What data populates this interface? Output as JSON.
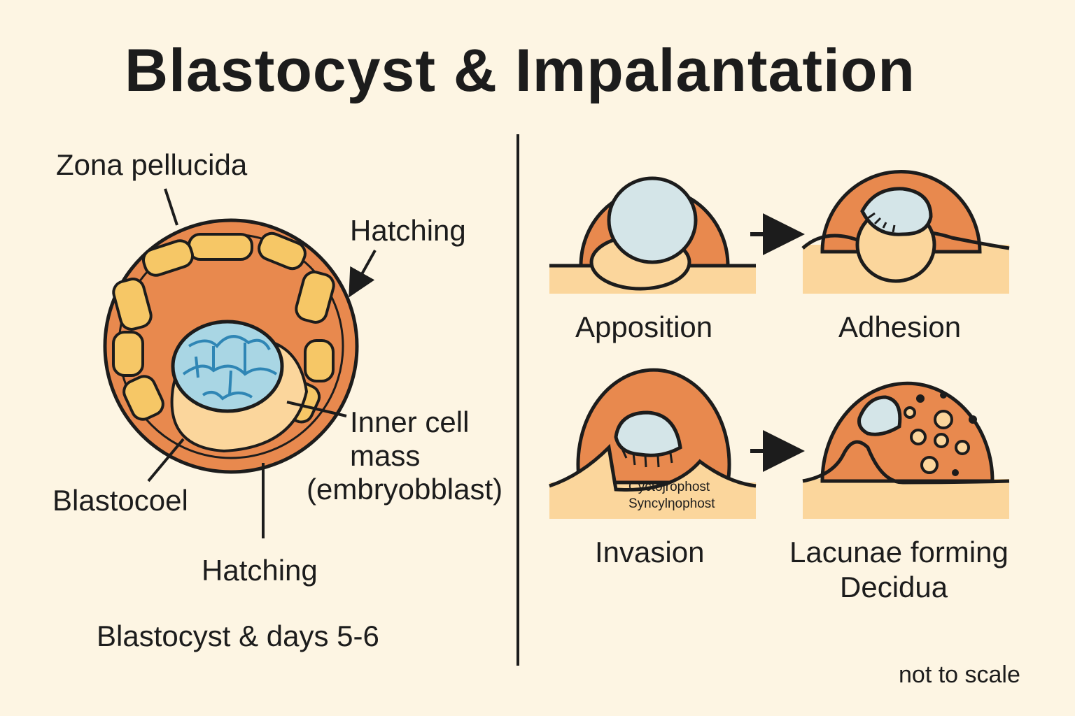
{
  "title": "Blastocyst & Impalantation",
  "left_panel": {
    "zona_pellucida": "Zona pellucida",
    "hatching_top": "Hatching",
    "inner_cell_mass": [
      "Inner cell",
      "mass",
      "(embryobblast)"
    ],
    "blastocoel": "Blastocoel",
    "hatching_bottom": "Hatching",
    "caption": "Blastocyst & days 5-6"
  },
  "right_panel": {
    "stages": [
      {
        "label": [
          "Apposition"
        ]
      },
      {
        "label": [
          "Adhesion"
        ]
      },
      {
        "label": [
          "Invasion"
        ]
      },
      {
        "label": [
          "Lacunae forming",
          "Decidua"
        ]
      }
    ],
    "invasion_inner_labels": [
      "Cyctojrophost",
      "Syncylηophost"
    ],
    "note": "not to scale"
  },
  "colors": {
    "background": "#fdf5e3",
    "zona": "#e8894e",
    "trophoblast": "#f6c766",
    "inner_cell_mass": "#a9d6e4",
    "blastocoel_base": "#fbd69c",
    "endometrium": "#fbd69c",
    "outline": "#1c1c1c"
  }
}
